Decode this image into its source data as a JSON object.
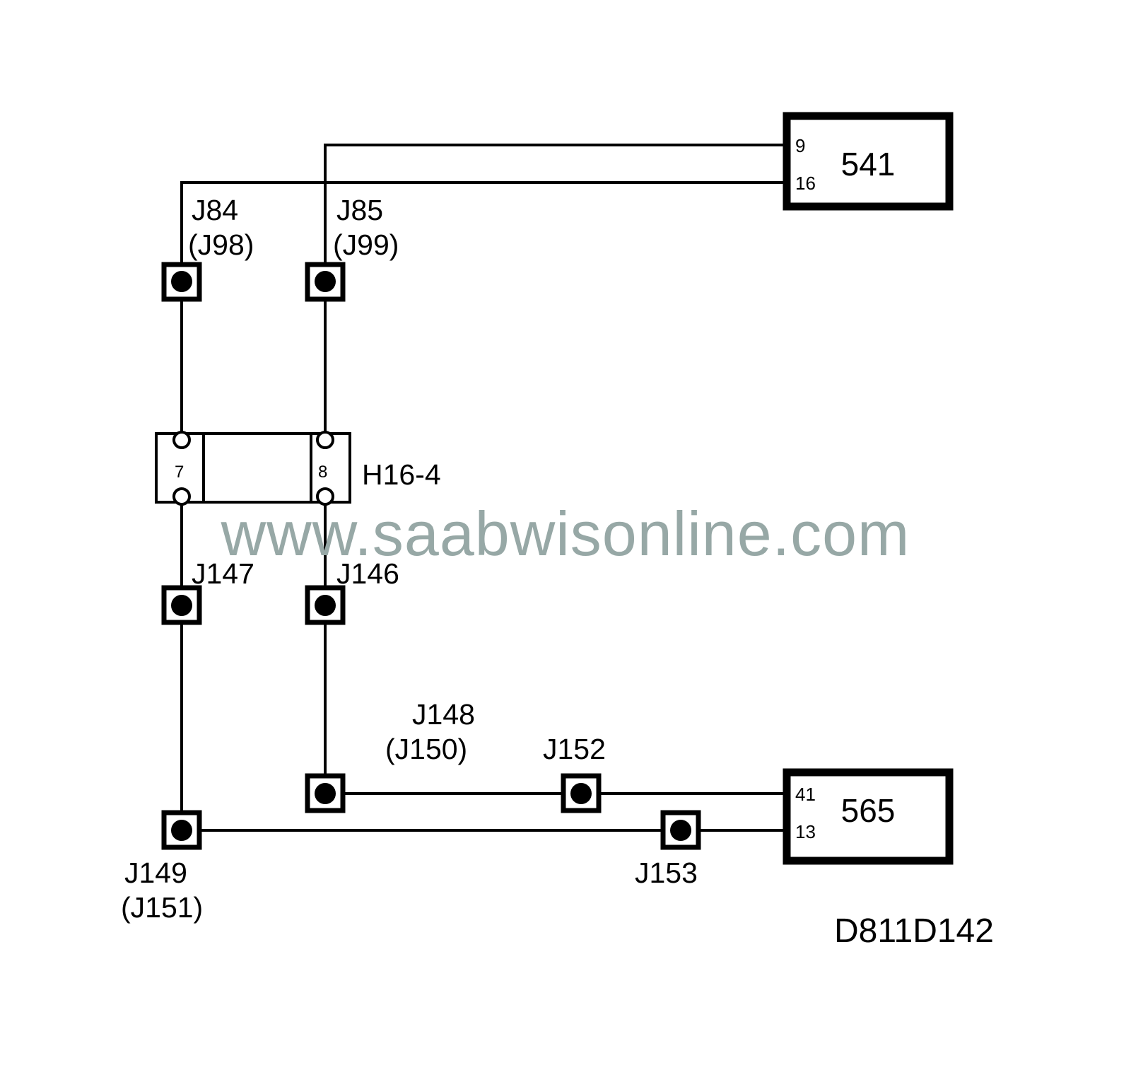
{
  "diagram": {
    "reference_code": "D811D142",
    "watermark": "www.saabwisonline.com",
    "modules": [
      {
        "id": "module-541",
        "label": "541",
        "pins": [
          "9",
          "16"
        ]
      },
      {
        "id": "module-565",
        "label": "565",
        "pins": [
          "41",
          "13"
        ]
      }
    ],
    "connector": {
      "label": "H16-4",
      "pins": [
        "7",
        "8"
      ]
    },
    "splices": [
      {
        "id": "J84",
        "label": "J84",
        "alt_label": "(J98)"
      },
      {
        "id": "J85",
        "label": "J85",
        "alt_label": "(J99)"
      },
      {
        "id": "J147",
        "label": "J147",
        "alt_label": ""
      },
      {
        "id": "J146",
        "label": "J146",
        "alt_label": ""
      },
      {
        "id": "J148",
        "label": "J148",
        "alt_label": "(J150)"
      },
      {
        "id": "J152",
        "label": "J152",
        "alt_label": ""
      },
      {
        "id": "J149",
        "label": "J149",
        "alt_label": "(J151)"
      },
      {
        "id": "J153",
        "label": "J153",
        "alt_label": ""
      }
    ],
    "colors": {
      "line": "#000000",
      "background": "#ffffff",
      "watermark": "#97a8a6"
    }
  }
}
